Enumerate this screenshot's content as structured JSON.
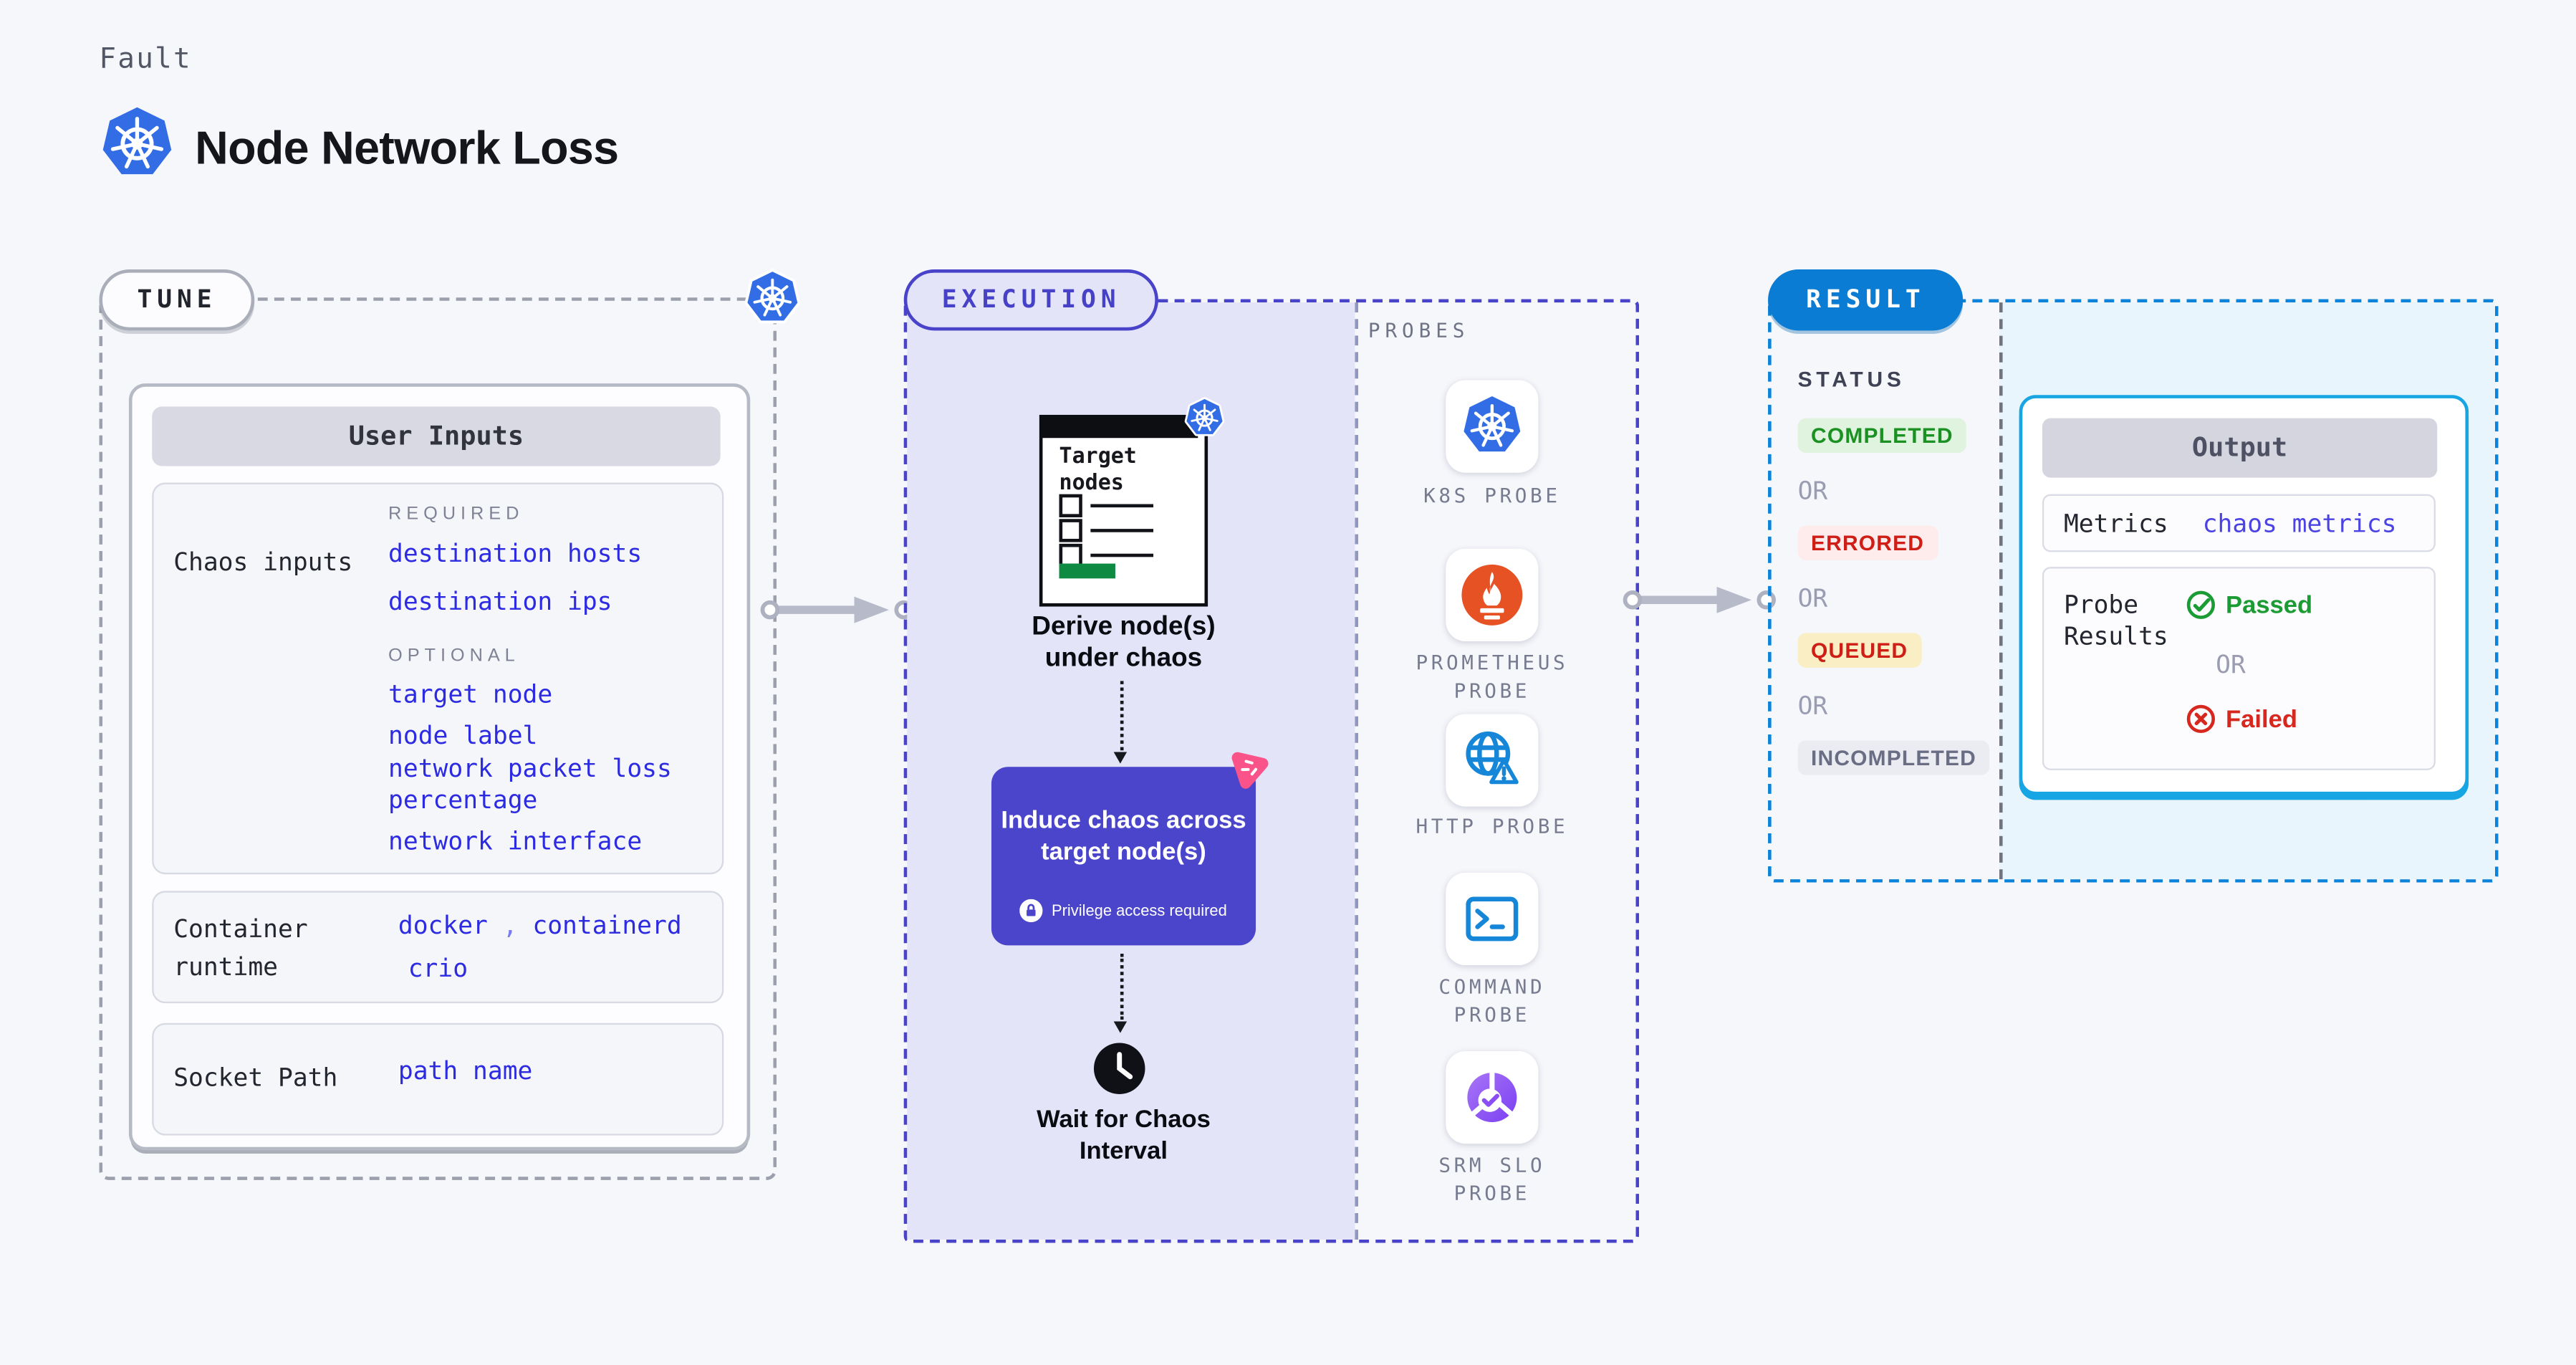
{
  "header": {
    "kicker": "Fault",
    "title": "Node Network Loss"
  },
  "tune": {
    "label": "TUNE",
    "user_inputs_title": "User Inputs",
    "chaos_inputs": {
      "label": "Chaos inputs",
      "required_label": "REQUIRED",
      "required_links": [
        "destination hosts",
        "destination ips"
      ],
      "optional_label": "OPTIONAL",
      "optional_links": [
        "target node",
        "node label",
        "network packet loss percentage",
        "network interface"
      ]
    },
    "container_runtime": {
      "label": "Container runtime",
      "value1": "docker",
      "separator": ",",
      "value2": "containerd",
      "value3": "crio"
    },
    "socket_path": {
      "label": "Socket Path",
      "value": "path name"
    }
  },
  "execution": {
    "label": "EXECUTION",
    "target_nodes_title": "Target nodes",
    "derive_label": "Derive node(s) under chaos",
    "induce_label": "Induce chaos across target node(s)",
    "privilege_label": "Privilege access required",
    "wait_label": "Wait for Chaos Interval",
    "probes_title": "PROBES",
    "probes": [
      "K8S PROBE",
      "PROMETHEUS PROBE",
      "HTTP PROBE",
      "COMMAND PROBE",
      "SRM SLO PROBE"
    ]
  },
  "result": {
    "label": "RESULT",
    "status_title": "STATUS",
    "or_label": "OR",
    "statuses": [
      "COMPLETED",
      "ERRORED",
      "QUEUED",
      "INCOMPLETED"
    ],
    "output": {
      "title": "Output",
      "metrics_label": "Metrics",
      "metrics_value": "chaos metrics",
      "probe_results_label": "Probe Results",
      "passed_label": "Passed",
      "failed_label": "Failed"
    }
  },
  "colors": {
    "page_bg": "#f6f7fb",
    "tune_border": "#9ba0ac",
    "execution_accent": "#4843c9",
    "execution_bg": "#e4e4f9",
    "result_accent": "#0a7cd4",
    "result_bg": "#e8f5fc",
    "output_border": "#17a6e3",
    "link_blue": "#2c2be2",
    "kubernetes_blue": "#326de6",
    "prometheus_orange": "#e75225",
    "litmus_pink": "#f9538a",
    "induce_box": "#4a45cb",
    "passed_green": "#1b9b33",
    "failed_red": "#d6281f",
    "completed_green": "#1b9123",
    "queued_yellow_bg": "#faeec5",
    "illustration_green": "#0f8a42"
  }
}
